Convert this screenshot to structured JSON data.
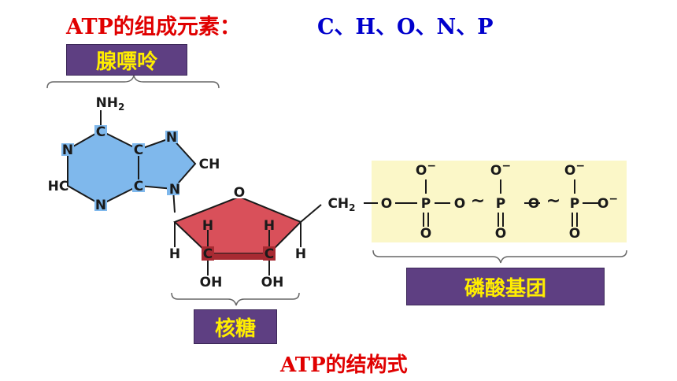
{
  "header": {
    "elements_title": "ATP的组成元素：",
    "elements": "C、H、O、N、P"
  },
  "labels": {
    "adenine": "腺嘌呤",
    "ribose": "核糖",
    "phosphate": "磷酸基团",
    "caption": "ATP的结构式"
  },
  "atoms": {
    "nh2": "NH",
    "nh2_sub": "2",
    "n": "N",
    "c": "C",
    "ch": "CH",
    "hc": "HC",
    "h": "H",
    "o": "O",
    "oh": "OH",
    "ch2": "CH",
    "ch2_sub": "2",
    "p": "P",
    "o_minus": "O",
    "minus": "−",
    "tilde": "~"
  },
  "colors": {
    "title_red": "#e00000",
    "title_blue": "#0000cc",
    "label_bg": "#5e3f82",
    "label_text": "#ffee00",
    "adenine_fill": "#7fb8ec",
    "ribose_fill": "#d9505a",
    "phosphate_bg": "#fbf7c8"
  }
}
